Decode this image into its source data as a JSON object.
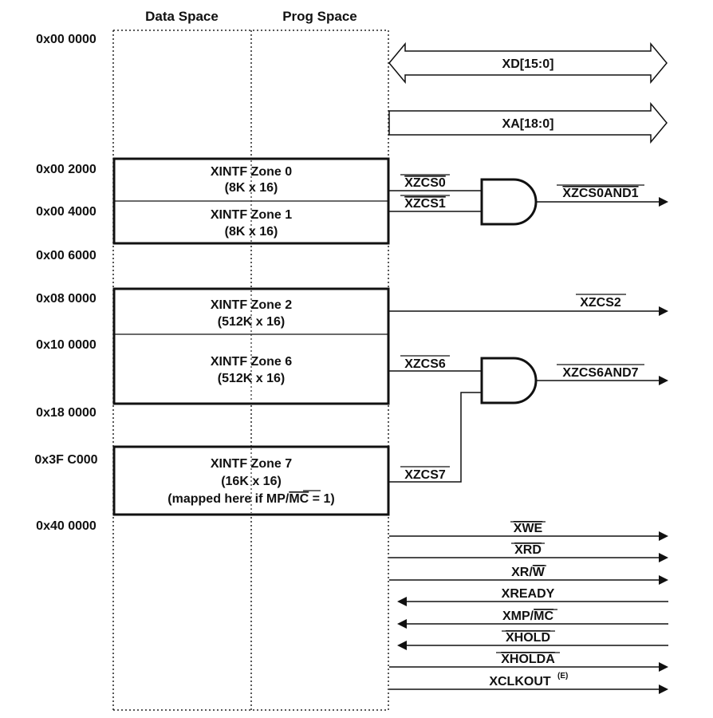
{
  "headers": {
    "data_space": "Data Space",
    "prog_space": "Prog Space"
  },
  "addresses": [
    "0x00 0000",
    "0x00 2000",
    "0x00 4000",
    "0x00 6000",
    "0x08 0000",
    "0x10 0000",
    "0x18 0000",
    "0x3F C000",
    "0x40 0000"
  ],
  "zones": {
    "z0": {
      "name": "XINTF Zone 0",
      "size": "(8K x 16)"
    },
    "z1": {
      "name": "XINTF Zone 1",
      "size": "(8K x 16)"
    },
    "z2": {
      "name": "XINTF Zone 2",
      "size": "(512K x 16)"
    },
    "z6": {
      "name": "XINTF Zone 6",
      "size": "(512K x 16)"
    },
    "z7": {
      "name": "XINTF Zone 7",
      "size": "(16K x 16)",
      "note_prefix": "(mapped here if MP/",
      "note_mc": "MC",
      "note_suffix": " = 1)"
    }
  },
  "buses": {
    "data": "XD[15:0]",
    "address": "XA[18:0]"
  },
  "chip_selects": {
    "cs0": "XZCS0",
    "cs1": "XZCS1",
    "cs0and1": "XZCS0AND1",
    "cs2": "XZCS2",
    "cs6": "XZCS6",
    "cs6and7": "XZCS6AND7",
    "cs7": "XZCS7"
  },
  "control_signals": {
    "xwe": "XWE",
    "xrd": "XRD",
    "xrw_prefix": "XR/",
    "xrw_w": "W",
    "xready": "XREADY",
    "xmp_prefix": "XMP/",
    "xmp_mc": "MC",
    "xhold": "XHOLD",
    "xholda": "XHOLDA",
    "xclkout": "XCLKOUT",
    "xclkout_sup": "(E)"
  }
}
